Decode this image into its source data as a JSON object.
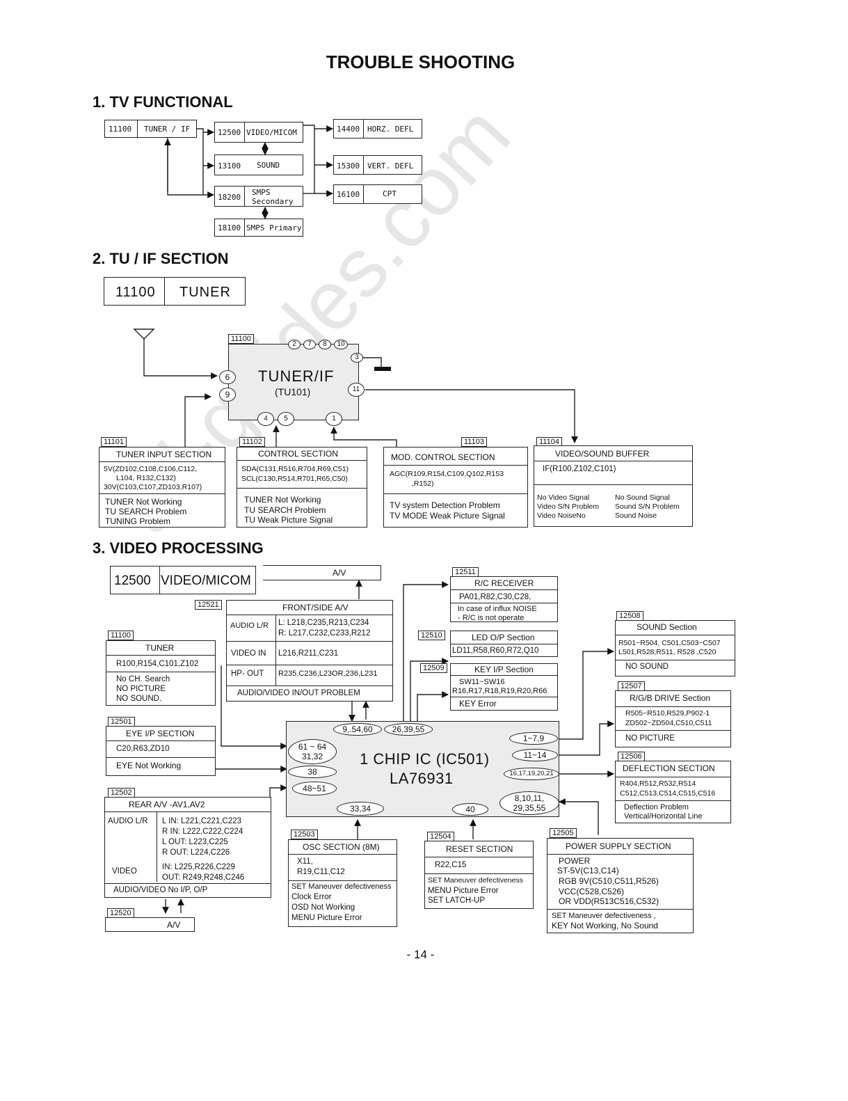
{
  "title": "TROUBLE SHOOTING",
  "page_number": "- 14 -",
  "watermark": "all-guides.com",
  "sections": {
    "s1": "1. TV FUNCTIONAL",
    "s2": "2. TU / IF SECTION",
    "s3": "3. VIDEO PROCESSING"
  },
  "functional": {
    "tuner_code": "11100",
    "tuner_label": "TUNER / IF",
    "video_code": "12500",
    "video_label": "VIDEO/MICOM",
    "sound_code": "13100",
    "sound_label": "SOUND",
    "smps_code": "18200",
    "smps_label1": "SMPS",
    "smps_label2": "Secondary",
    "smpsp_code": "18100",
    "smpsp_label": "SMPS Primary",
    "horz_code": "14400",
    "horz_label": "HORZ. DEFL",
    "vert_code": "15300",
    "vert_label": "VERT. DEFL",
    "cpt_code": "16100",
    "cpt_label": "CPT"
  },
  "tuif": {
    "header_code": "11100",
    "header_label": "TUNER",
    "module_tab": "11100",
    "module_title": "TUNER/IF",
    "module_sub": "(TU101)",
    "pins": [
      "2",
      "7",
      "8",
      "10",
      "3",
      "6",
      "9",
      "11",
      "4",
      "5",
      "1"
    ],
    "b1": {
      "tab": "11101",
      "title": "TUNER INPUT SECTION",
      "l1": "5V(ZD102,C108,C106,C112,",
      "l2": "L104, R132,C132)",
      "l3": "30V(C103,C107,ZD103,R107)",
      "p1": "TUNER Not Working",
      "p2": "TU SEARCH Problem",
      "p3": "TUNING Problem"
    },
    "b2": {
      "tab": "11102",
      "title": "CONTROL SECTION",
      "l1": "SDA(C131,R516,R704,R69,C51)",
      "l2": "SCL(C130,R514,R701,R65,C50)",
      "p1": "TUNER Not Working",
      "p2": "TU SEARCH Problem",
      "p3": "TU Weak Picture Signal"
    },
    "b3": {
      "tab": "11103",
      "title": "MOD. CONTROL SECTION",
      "l1": "AGC(R109,R154,C109,Q102,R153",
      "l2": ",R152)",
      "p1": "TV system Detection Problem",
      "p2": "TV MODE Weak Picture Signal"
    },
    "b4": {
      "tab": "11104",
      "title": "VIDEO/SOUND  BUFFER",
      "l1": "IF(R100,Z102,C101)",
      "p1a": "No Video Signal",
      "p2a": "Video S/N Problem",
      "p3a": "Video NoiseNo",
      "p1b": "No Sound Signal",
      "p2b": "Sound S/N Problem",
      "p3b": "Sound Noise"
    }
  },
  "video": {
    "header_code": "12500",
    "header_label": "VIDEO/MICOM",
    "av_top": {
      "tab": "12520",
      "label": "A/V"
    },
    "front": {
      "tab": "12521",
      "title": "FRONT/SIDE  A/V",
      "r1k": "AUDIO L/R",
      "r1a": "L: L218,C235,R213,C234",
      "r1b": "R: L217,C232,C233,R212",
      "r2k": "VIDEO IN",
      "r2": "L216,R211,C231",
      "r3k": "HP- OUT",
      "r3": "R235,C236,L23OR,236,L231",
      "foot": "AUDIO/VIDEO IN/OUT PROBLEM"
    },
    "tuner": {
      "tab": "11100",
      "title": "TUNER",
      "l1": "R100,R154,C101,Z102",
      "p1": "No CH. Search",
      "p2": "NO PICTURE",
      "p3": "NO SOUND."
    },
    "eye": {
      "tab": "12501",
      "title": "EYE I/P SECTION",
      "l1": "C20,R63,ZD10",
      "p1": "EYE Not Working"
    },
    "rear": {
      "tab": "12502",
      "title": "REAR A/V -AV1,AV2",
      "k1": "AUDIO L/R",
      "a1": "L IN: L221,C221,C223",
      "a2": "R IN: L222,C222,C224",
      "a3": "L OUT: L223,C225",
      "a4": "R OUT: L224,C226",
      "k2": "VIDEO",
      "v1": "IN: L225,R226,C229",
      "v2": "OUT: R249,R248,C246",
      "foot": "AUDIO/VIDEO No I/P, O/P"
    },
    "av_bot": {
      "tab": "12520",
      "label": "A/V"
    },
    "chip": {
      "tab": "12500",
      "title": "1 CHIP IC (IC501)",
      "sub": "LA76931",
      "pins": [
        "9,.54,60",
        "26,39,55",
        "61 ~ 64",
        "31,32",
        "38",
        "48~51",
        "33,34",
        "40",
        "1~7,9",
        "11~14",
        "16,17,19,20,21",
        "8,10,11,",
        "29,35,55"
      ]
    },
    "rc": {
      "tab": "12511",
      "title": "R/C RECEIVER",
      "l1": "PA01,R82,C30,C28,",
      "p1": "In case of influx NOISE",
      "p2": "- R/C is not operate"
    },
    "led": {
      "tab": "12510",
      "title": "LED O/P Section",
      "l1": "LD11,R58,R60,R72,Q10"
    },
    "key": {
      "tab": "12509",
      "title": "KEY I/P Section",
      "l1": "SW11~SW16",
      "l2": "R16,R17,R18,R19,R20,R66",
      "p1": "KEY Error"
    },
    "sound": {
      "tab": "12508",
      "title": "SOUND Section",
      "l1": "R501~R504, C501,C503~C507",
      "l2": "L501,R528,R511, R528 ,C520",
      "p1": "NO SOUND"
    },
    "rgb": {
      "tab": "12507",
      "title": "R/G/B DRIVE Section",
      "l1": "R505~R510,R529,P902-1",
      "l2": "ZD502~ZD504,C510,C511",
      "p1": "NO PICTURE"
    },
    "defl": {
      "tab": "12506",
      "title": "DEFLECTION SECTION",
      "l1": "R404,R512,R532,R514",
      "l2": "C512,C513,C514,C515,C516",
      "p1": "Deflection Problem",
      "p2": "Vertical/Horizontal Line"
    },
    "osc": {
      "tab": "12503",
      "title": "OSC SECTION (8M)",
      "l1": "X11,",
      "l2": "R19,C11,C12",
      "p1": "SET Maneuver defectiveness",
      "p2": "Clock Error",
      "p3": "OSD Not Working",
      "p4": "MENU Picture Error"
    },
    "reset": {
      "tab": "12504",
      "title": "RESET SECTION",
      "l1": "R22,C15",
      "p1": "SET Maneuver defectiveness",
      "p2": "MENU Picture Error",
      "p3": "SET LATCH-UP"
    },
    "power": {
      "tab": "12505",
      "title": "POWER SUPPLY SECTION",
      "l1": "POWER",
      "l2": "ST-5V(C13,C14)",
      "l3": "RGB 9V(C510,C511,R526)",
      "l4": "VCC(C528,C526)",
      "l5": "OR VDD(R513C516,C532)",
      "p1": "SET Maneuver defectiveness ,",
      "p2": "KEY Not Working,  No Sound"
    }
  }
}
